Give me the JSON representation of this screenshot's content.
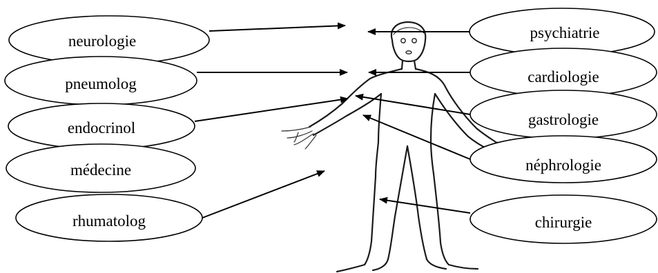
{
  "diagram": {
    "labels": {
      "neurologie": "neurologie",
      "pneumolog": "pneumolog",
      "endocrinol": "endocrinol",
      "medecine": "médecine",
      "rhumatolog": "rhumatolog",
      "psychiatrie": "psychiatrie",
      "cardiologie": "cardiologie",
      "gastrologie": "gastrologie",
      "nephrologie": "néphrologie",
      "chirurgie": "chirurgie"
    }
  }
}
